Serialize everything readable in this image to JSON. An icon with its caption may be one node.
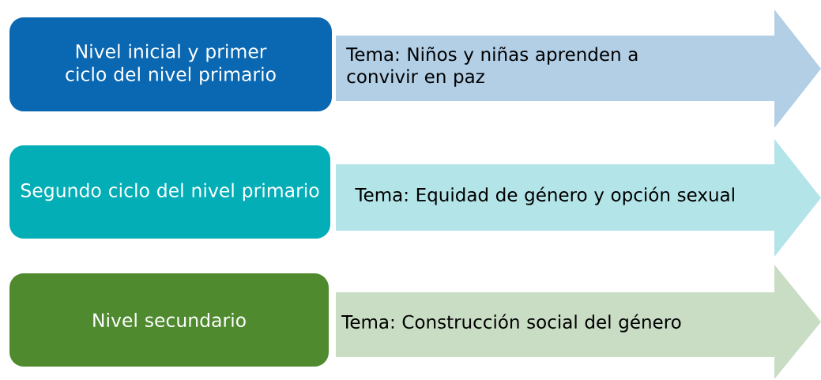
{
  "diagram": {
    "nodes": [
      {
        "text": [
          "Nivel inicial y primer ciclo del nivel primario"
        ]
      },
      {
        "text": [
          "Tema: Niños y niñas aprenden a convivir en paz"
        ]
      },
      {
        "text": [
          "Segundo ciclo del nivel primario"
        ]
      },
      {
        "text": [
          "Tema: Equidad de género y opción sexual"
        ]
      },
      {
        "text": [
          "Nivel secundario"
        ]
      },
      {
        "text": [
          "Tema: Construcción social del género"
        ]
      }
    ]
  }
}
